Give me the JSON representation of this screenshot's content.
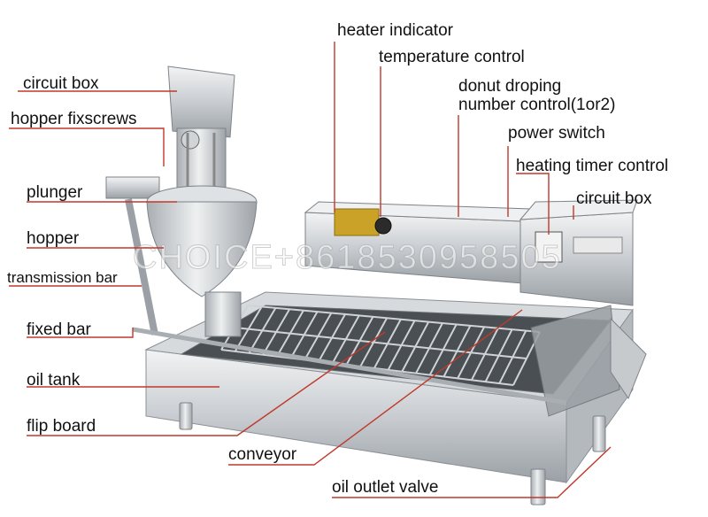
{
  "labels": {
    "heater_indicator": "heater indicator",
    "temperature_control": "temperature control",
    "donut_dropping_1": "donut droping",
    "donut_dropping_2": "number control(1or2)",
    "power_switch": "power switch",
    "heating_timer_control": "heating timer control",
    "circuit_box_right": "circuit box",
    "circuit_box_left": "circuit box",
    "hopper_fixscrews": "hopper fixscrews",
    "plunger": "plunger",
    "hopper": "hopper",
    "transmission_bar": "transmission bar",
    "fixed_bar": "fixed bar",
    "oil_tank": "oil tank",
    "flip_board": "flip board",
    "conveyor": "conveyor",
    "oil_outlet_valve": "oil outlet valve"
  },
  "watermark": "CHOICE+8618530958505",
  "colors": {
    "leader_line": "#c0392b",
    "steel_light": "#e4e6e8",
    "steel_mid": "#b9bdc1",
    "steel_dark": "#7d8388",
    "text": "#111111"
  }
}
